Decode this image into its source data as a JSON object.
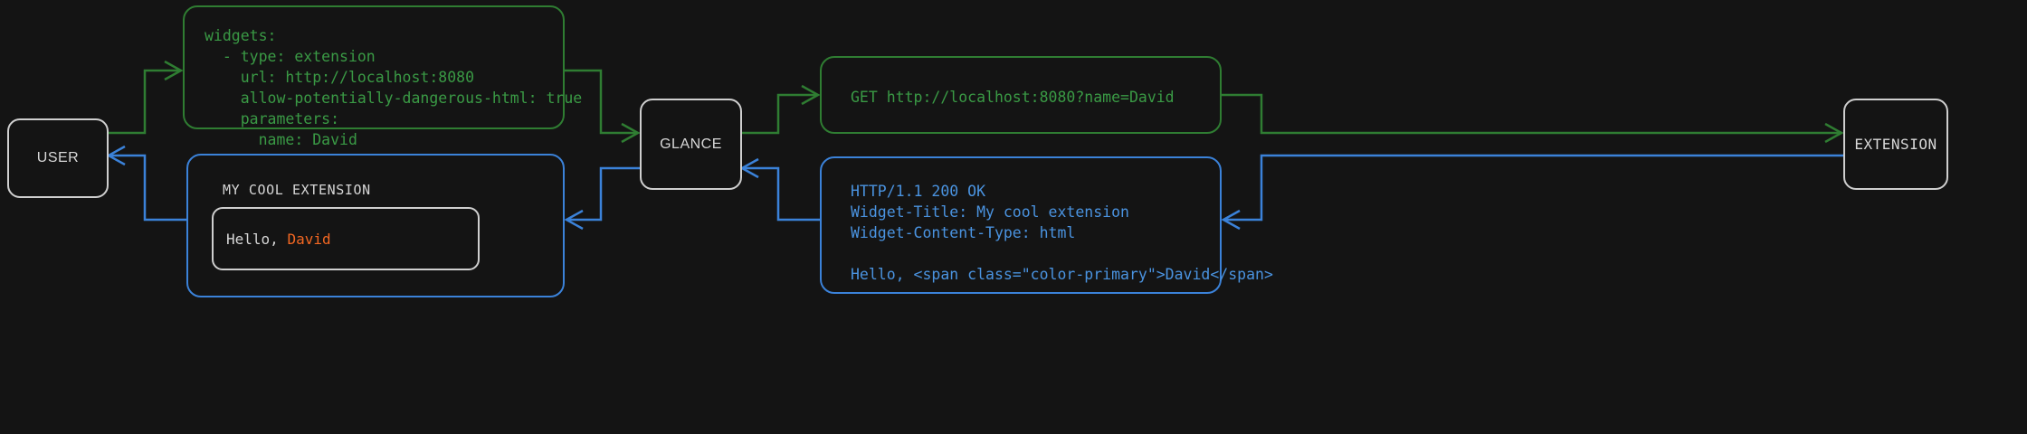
{
  "diagram": {
    "title": "glance extension widget request flow",
    "background_color": "#141414",
    "colors": {
      "green": "#3a9a45",
      "green_border": "#2f7d32",
      "blue": "#4a93e0",
      "blue_border": "#3b82d9",
      "node_border": "#cfcfcf",
      "node_text": "#d8d8d8",
      "accent": "#f26722"
    }
  },
  "nodes": {
    "user": {
      "label": "USER"
    },
    "glance": {
      "label": "GLANCE"
    },
    "extension": {
      "label": "EXTENSION"
    }
  },
  "panels": {
    "config": {
      "color": "green",
      "code": "widgets:\n  - type: extension\n    url: http://localhost:8080\n    allow-potentially-dangerous-html: true\n    parameters:\n      name: David"
    },
    "request": {
      "color": "green",
      "code": "GET http://localhost:8080?name=David"
    },
    "response": {
      "color": "blue",
      "code": "HTTP/1.1 200 OK\nWidget-Title: My cool extension\nWidget-Content-Type: html\n\nHello, <span class=\"color-primary\">David</span>"
    },
    "widget": {
      "color": "blue",
      "title": "MY COOL EXTENSION",
      "body_prefix": "Hello, ",
      "body_accent": "David"
    }
  },
  "edges": [
    {
      "name": "user-to-config",
      "color": "green",
      "direction": "right"
    },
    {
      "name": "config-to-glance",
      "color": "green",
      "direction": "right"
    },
    {
      "name": "glance-to-request",
      "color": "green",
      "direction": "right"
    },
    {
      "name": "request-to-extension",
      "color": "green",
      "direction": "right"
    },
    {
      "name": "extension-to-response",
      "color": "blue",
      "direction": "left"
    },
    {
      "name": "response-to-glance",
      "color": "blue",
      "direction": "left"
    },
    {
      "name": "glance-to-widget",
      "color": "blue",
      "direction": "left"
    },
    {
      "name": "widget-to-user",
      "color": "blue",
      "direction": "left"
    }
  ]
}
